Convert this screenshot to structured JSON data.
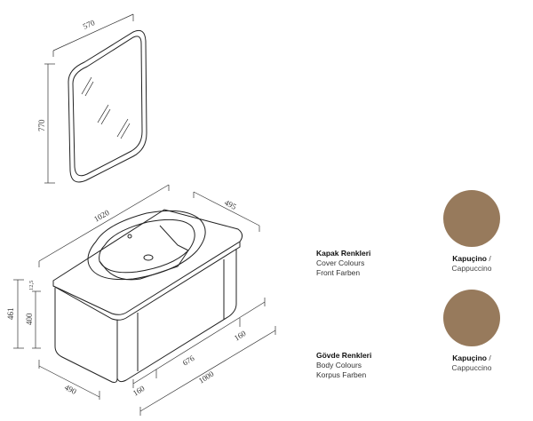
{
  "dimensions": {
    "mirror_width": "570",
    "mirror_height": "770",
    "cabinet_width": "1020",
    "cabinet_depth": "495",
    "total_height": "461",
    "body_height": "400",
    "top_thickness": "12,5",
    "base_depth": "490",
    "side_left": "160",
    "middle": "676",
    "side_right": "160",
    "overall_width": "1000"
  },
  "cover_colours": {
    "title": "Kapak Renkleri",
    "line_en": "Cover Colours",
    "line_de": "Front Farben",
    "swatch_name": "Kapuçino",
    "swatch_sep": " /",
    "swatch_en": "Cappuccino",
    "swatch_color": "#977a5c"
  },
  "body_colours": {
    "title": "Gövde Renkleri",
    "line_en": "Body Colours",
    "line_de": "Korpus Farben",
    "swatch_name": "Kapuçino",
    "swatch_sep": " /",
    "swatch_en": "Cappuccino",
    "swatch_color": "#977a5c"
  },
  "colors": {
    "line": "#222222",
    "dim_line": "#333333"
  }
}
